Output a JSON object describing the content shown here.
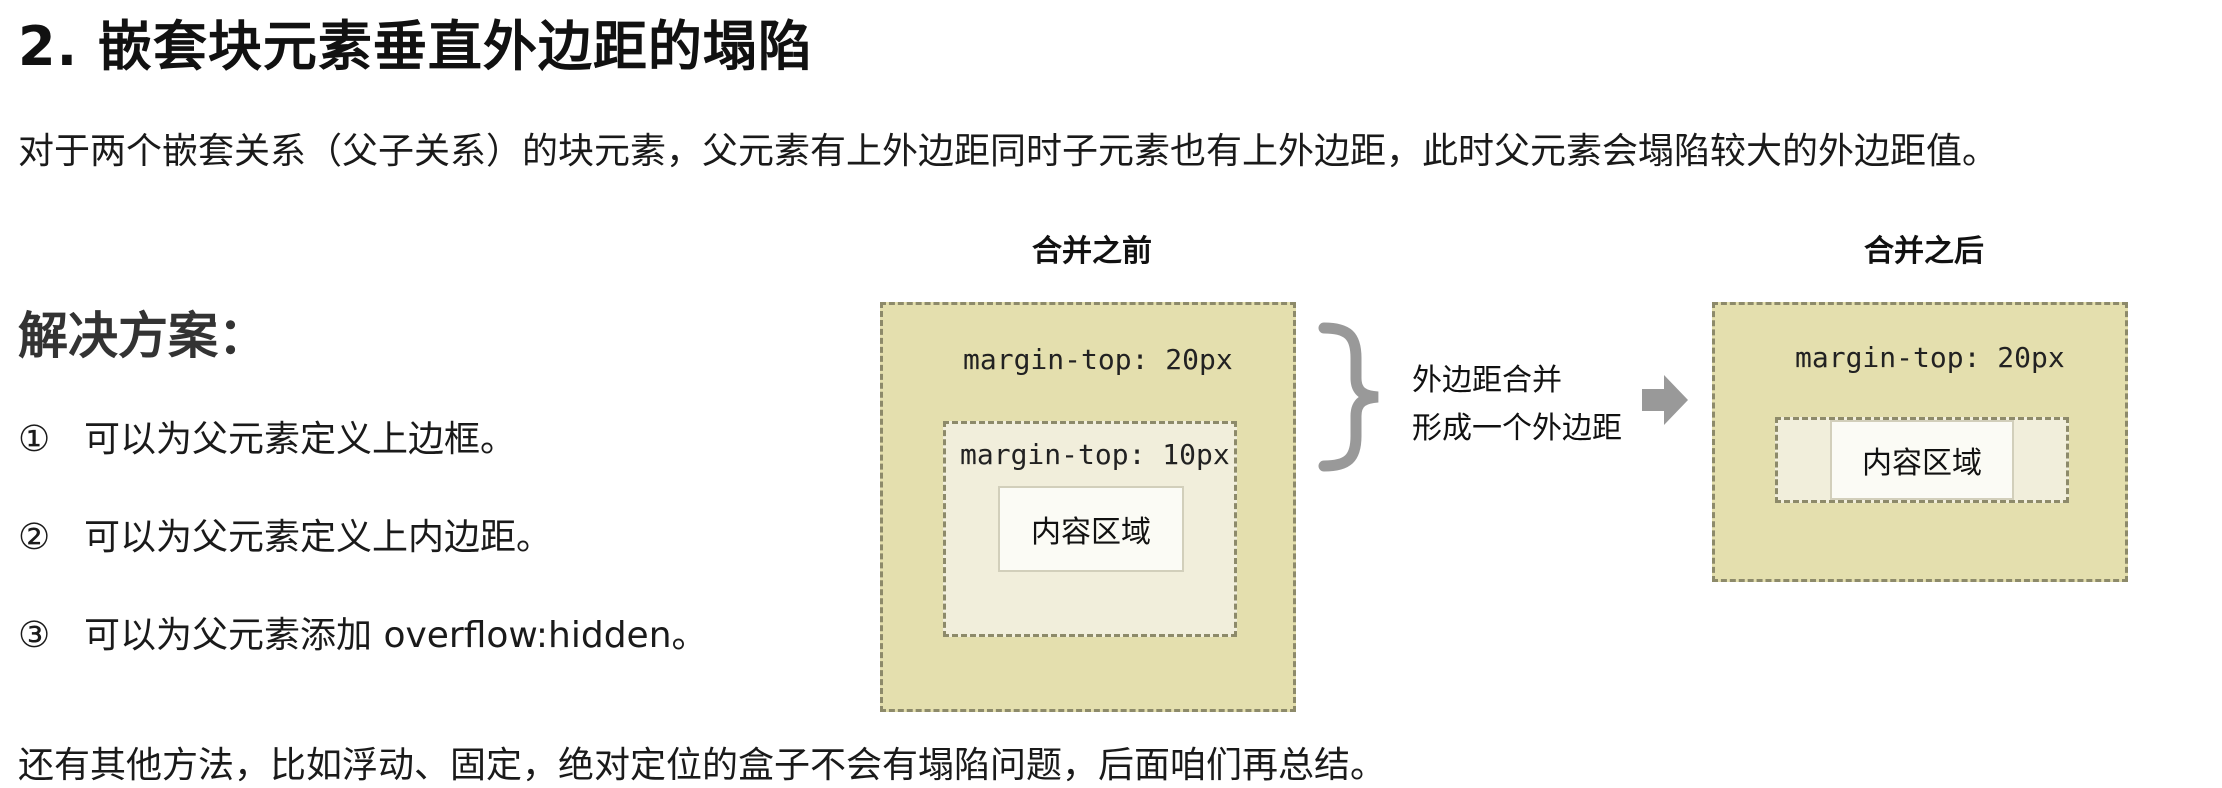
{
  "heading": "2. 嵌套块元素垂直外边距的塌陷",
  "intro": "对于两个嵌套关系（父子关系）的块元素，父元素有上外边距同时子元素也有上外边距，此时父元素会塌陷较大的外边距值。",
  "solutions": {
    "title": "解决方案：",
    "items": [
      {
        "num": "①",
        "text": "可以为父元素定义上边框。"
      },
      {
        "num": "②",
        "text": "可以为父元素定义上内边距。"
      },
      {
        "num": "③",
        "text": "可以为父元素添加 overflow:hidden。"
      }
    ]
  },
  "diagram": {
    "before": {
      "caption": "合并之前",
      "outer_margin": "margin-top: 20px",
      "inner_margin": "margin-top: 10px",
      "content": "内容区域"
    },
    "merge": {
      "line1": "外边距合并",
      "line2": "形成一个外边距"
    },
    "after": {
      "caption": "合并之后",
      "outer_margin": "margin-top: 20px",
      "content": "内容区域"
    },
    "colors": {
      "outer_fill": "#e4dfae",
      "inner_fill": "#f1eedb",
      "border": "#8d8a6a",
      "arrow": "#999999"
    }
  },
  "footer": "还有其他方法，比如浮动、固定，绝对定位的盒子不会有塌陷问题，后面咱们再总结。"
}
